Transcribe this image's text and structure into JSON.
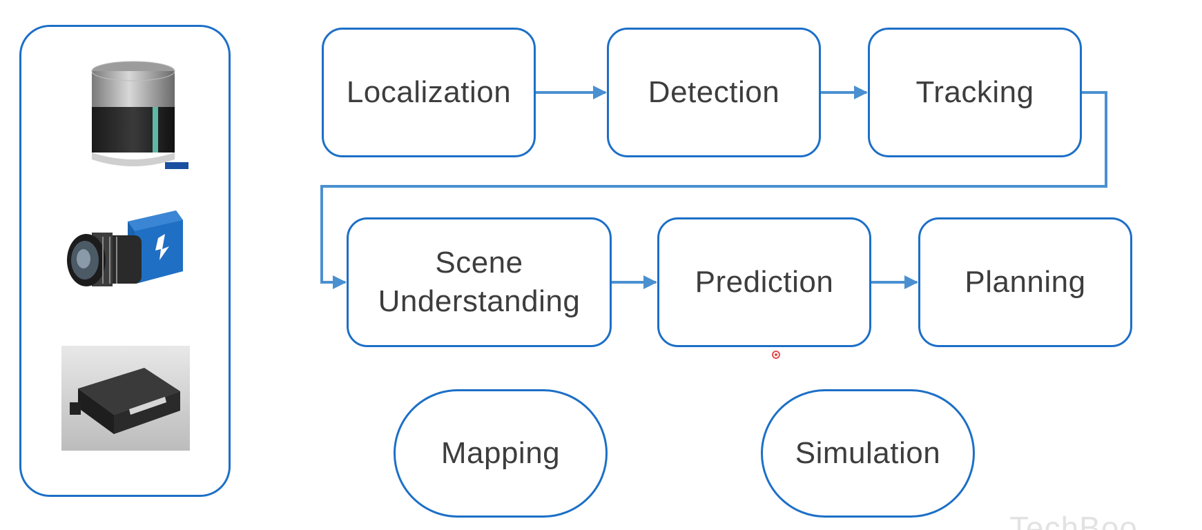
{
  "diagram": {
    "nodes": {
      "localization": "Localization",
      "detection": "Detection",
      "tracking": "Tracking",
      "scene_understanding": "Scene\nUnderstanding",
      "prediction": "Prediction",
      "planning": "Planning",
      "mapping": "Mapping",
      "simulation": "Simulation"
    },
    "edges": [
      [
        "Localization",
        "Detection"
      ],
      [
        "Detection",
        "Tracking"
      ],
      [
        "Tracking",
        "Scene Understanding"
      ],
      [
        "Scene Understanding",
        "Prediction"
      ],
      [
        "Prediction",
        "Planning"
      ]
    ],
    "sensors": [
      "lidar",
      "camera",
      "imu"
    ],
    "watermark": "TechBoo",
    "colors": {
      "box_border": "#1c6fc7",
      "arrow": "#4a90d0",
      "text": "#3d3d3d"
    }
  }
}
